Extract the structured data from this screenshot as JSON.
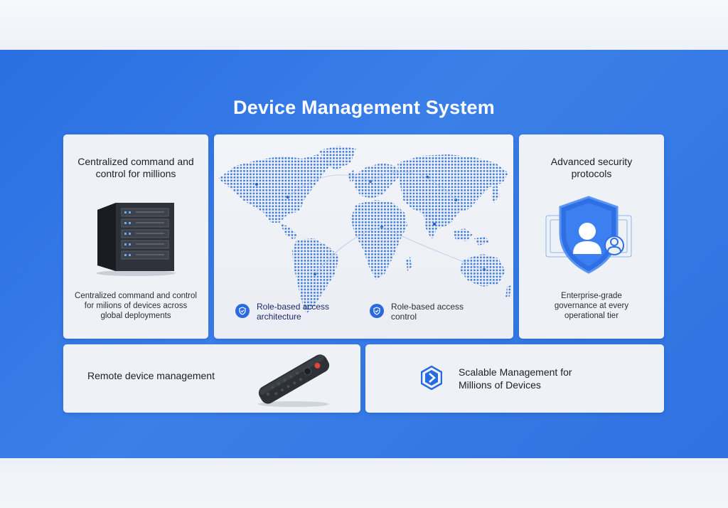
{
  "title": "Device Management System",
  "cards": {
    "servers": {
      "title": "Centralized command and control for millions",
      "text": "Centralized command and control for milions of devices across global deployments",
      "icon": "server-rack-icon"
    },
    "map": {
      "icon": "world-map-icon",
      "feature1": "Role-based access architecture",
      "feature2": "Role-based access control",
      "feature_icon": "shield-check-icon"
    },
    "security": {
      "title": "Advanced security protocols",
      "text": "Enterprise-grade governance at every operational tier",
      "icon": "shield-user-icon"
    },
    "remote": {
      "label": "Remote device management",
      "icon": "remote-control-icon"
    },
    "scalable": {
      "label": "Scalable Management for Millions of Devices",
      "icon": "hexagon-arrow-icon"
    }
  },
  "colors": {
    "background": "#2f72e0",
    "accent": "#2a6ae0",
    "card": "#eef1f6"
  }
}
